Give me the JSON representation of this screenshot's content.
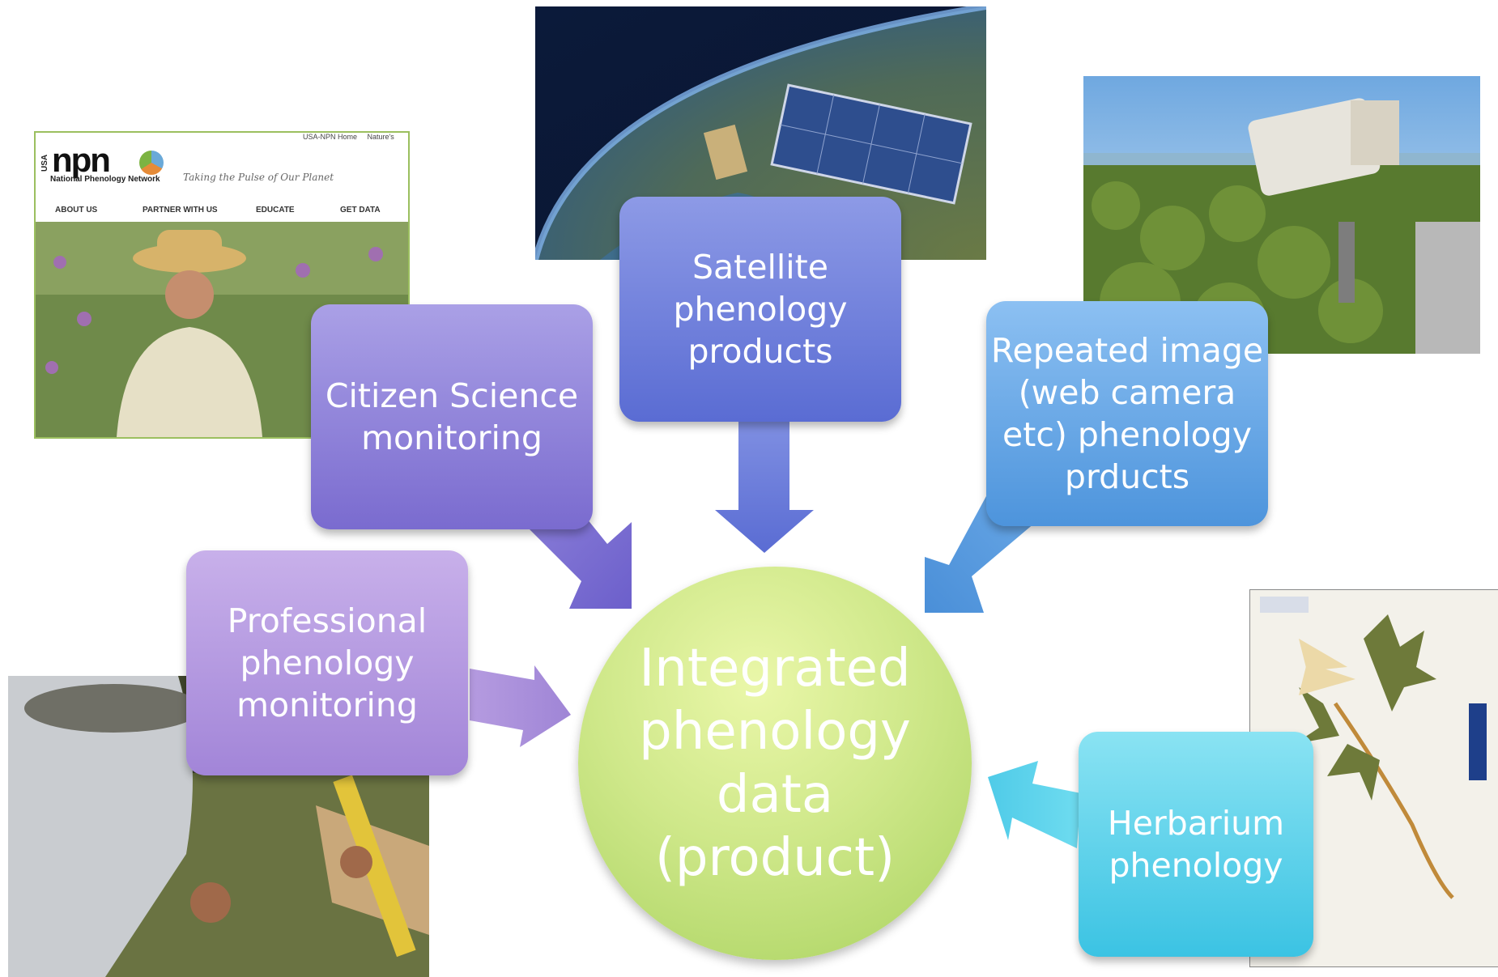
{
  "photos": {
    "npn_website": {
      "logo_usa": "USA",
      "logo_npn": "npn",
      "logo_subtitle": "National Phenology Network",
      "tagline": "Taking the Pulse of Our Planet",
      "header_links": [
        "USA-NPN Home",
        "Nature's"
      ],
      "nav": [
        "ABOUT US",
        "PARTNER WITH US",
        "EDUCATE",
        "GET DATA"
      ]
    },
    "satellite": "satellite-over-earth",
    "webcam": "web-camera-over-forest",
    "herbarium": "herbarium-specimen-sheet",
    "field_worker": "field-researcher-measuring"
  },
  "sources": {
    "satellite": {
      "label": "Satellite\nphenology\nproducts",
      "color_top": "#8d9ae6",
      "color_bottom": "#5a6cd3"
    },
    "citizen": {
      "label": "Citizen Science\nmonitoring",
      "color_top": "#aaa0e6",
      "color_bottom": "#7a6bcf"
    },
    "webcam": {
      "label": "Repeated image\n(web camera\netc) phenology\nprducts",
      "color_top": "#8cc0f2",
      "color_bottom": "#4d94dc"
    },
    "professional": {
      "label": "Professional\nphenology\nmonitoring",
      "color_top": "#c8b0ea",
      "color_bottom": "#a285d8"
    },
    "herbarium": {
      "label": "Herbarium\nphenology",
      "color_top": "#8ae3f3",
      "color_bottom": "#3bc3e3"
    }
  },
  "center": {
    "label": "Integrated\nphenology\ndata\n(product)",
    "color": "#c9e58a"
  }
}
